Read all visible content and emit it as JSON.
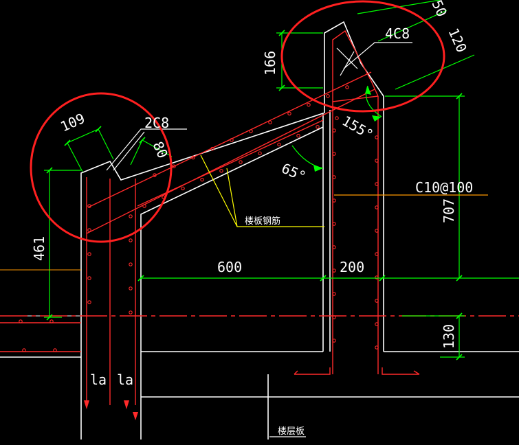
{
  "drawing": {
    "dims": {
      "d109": "109",
      "d80": "80",
      "d461": "461",
      "d166": "166",
      "d600": "600",
      "d200": "200",
      "d707": "707",
      "d130": "130",
      "d120": "120",
      "d50": "50"
    },
    "rebar_labels": {
      "left_top": "2C8",
      "right_top": "4C8",
      "stirrup": "C10@100",
      "slab_rebar": "楼板钢筋",
      "floor_slab": "楼层板",
      "anchor_left": "la",
      "anchor_right": "la"
    },
    "angles": {
      "a65": "65°",
      "a155": "155°"
    },
    "colors": {
      "background": "#000000",
      "concrete_outline": "#ffffff",
      "rebar": "#ff2a2a",
      "dimension": "#00ff00",
      "leader": "#ffff00",
      "annotation_circle": "#ff2020",
      "stirrup_line": "#ff9900"
    }
  }
}
